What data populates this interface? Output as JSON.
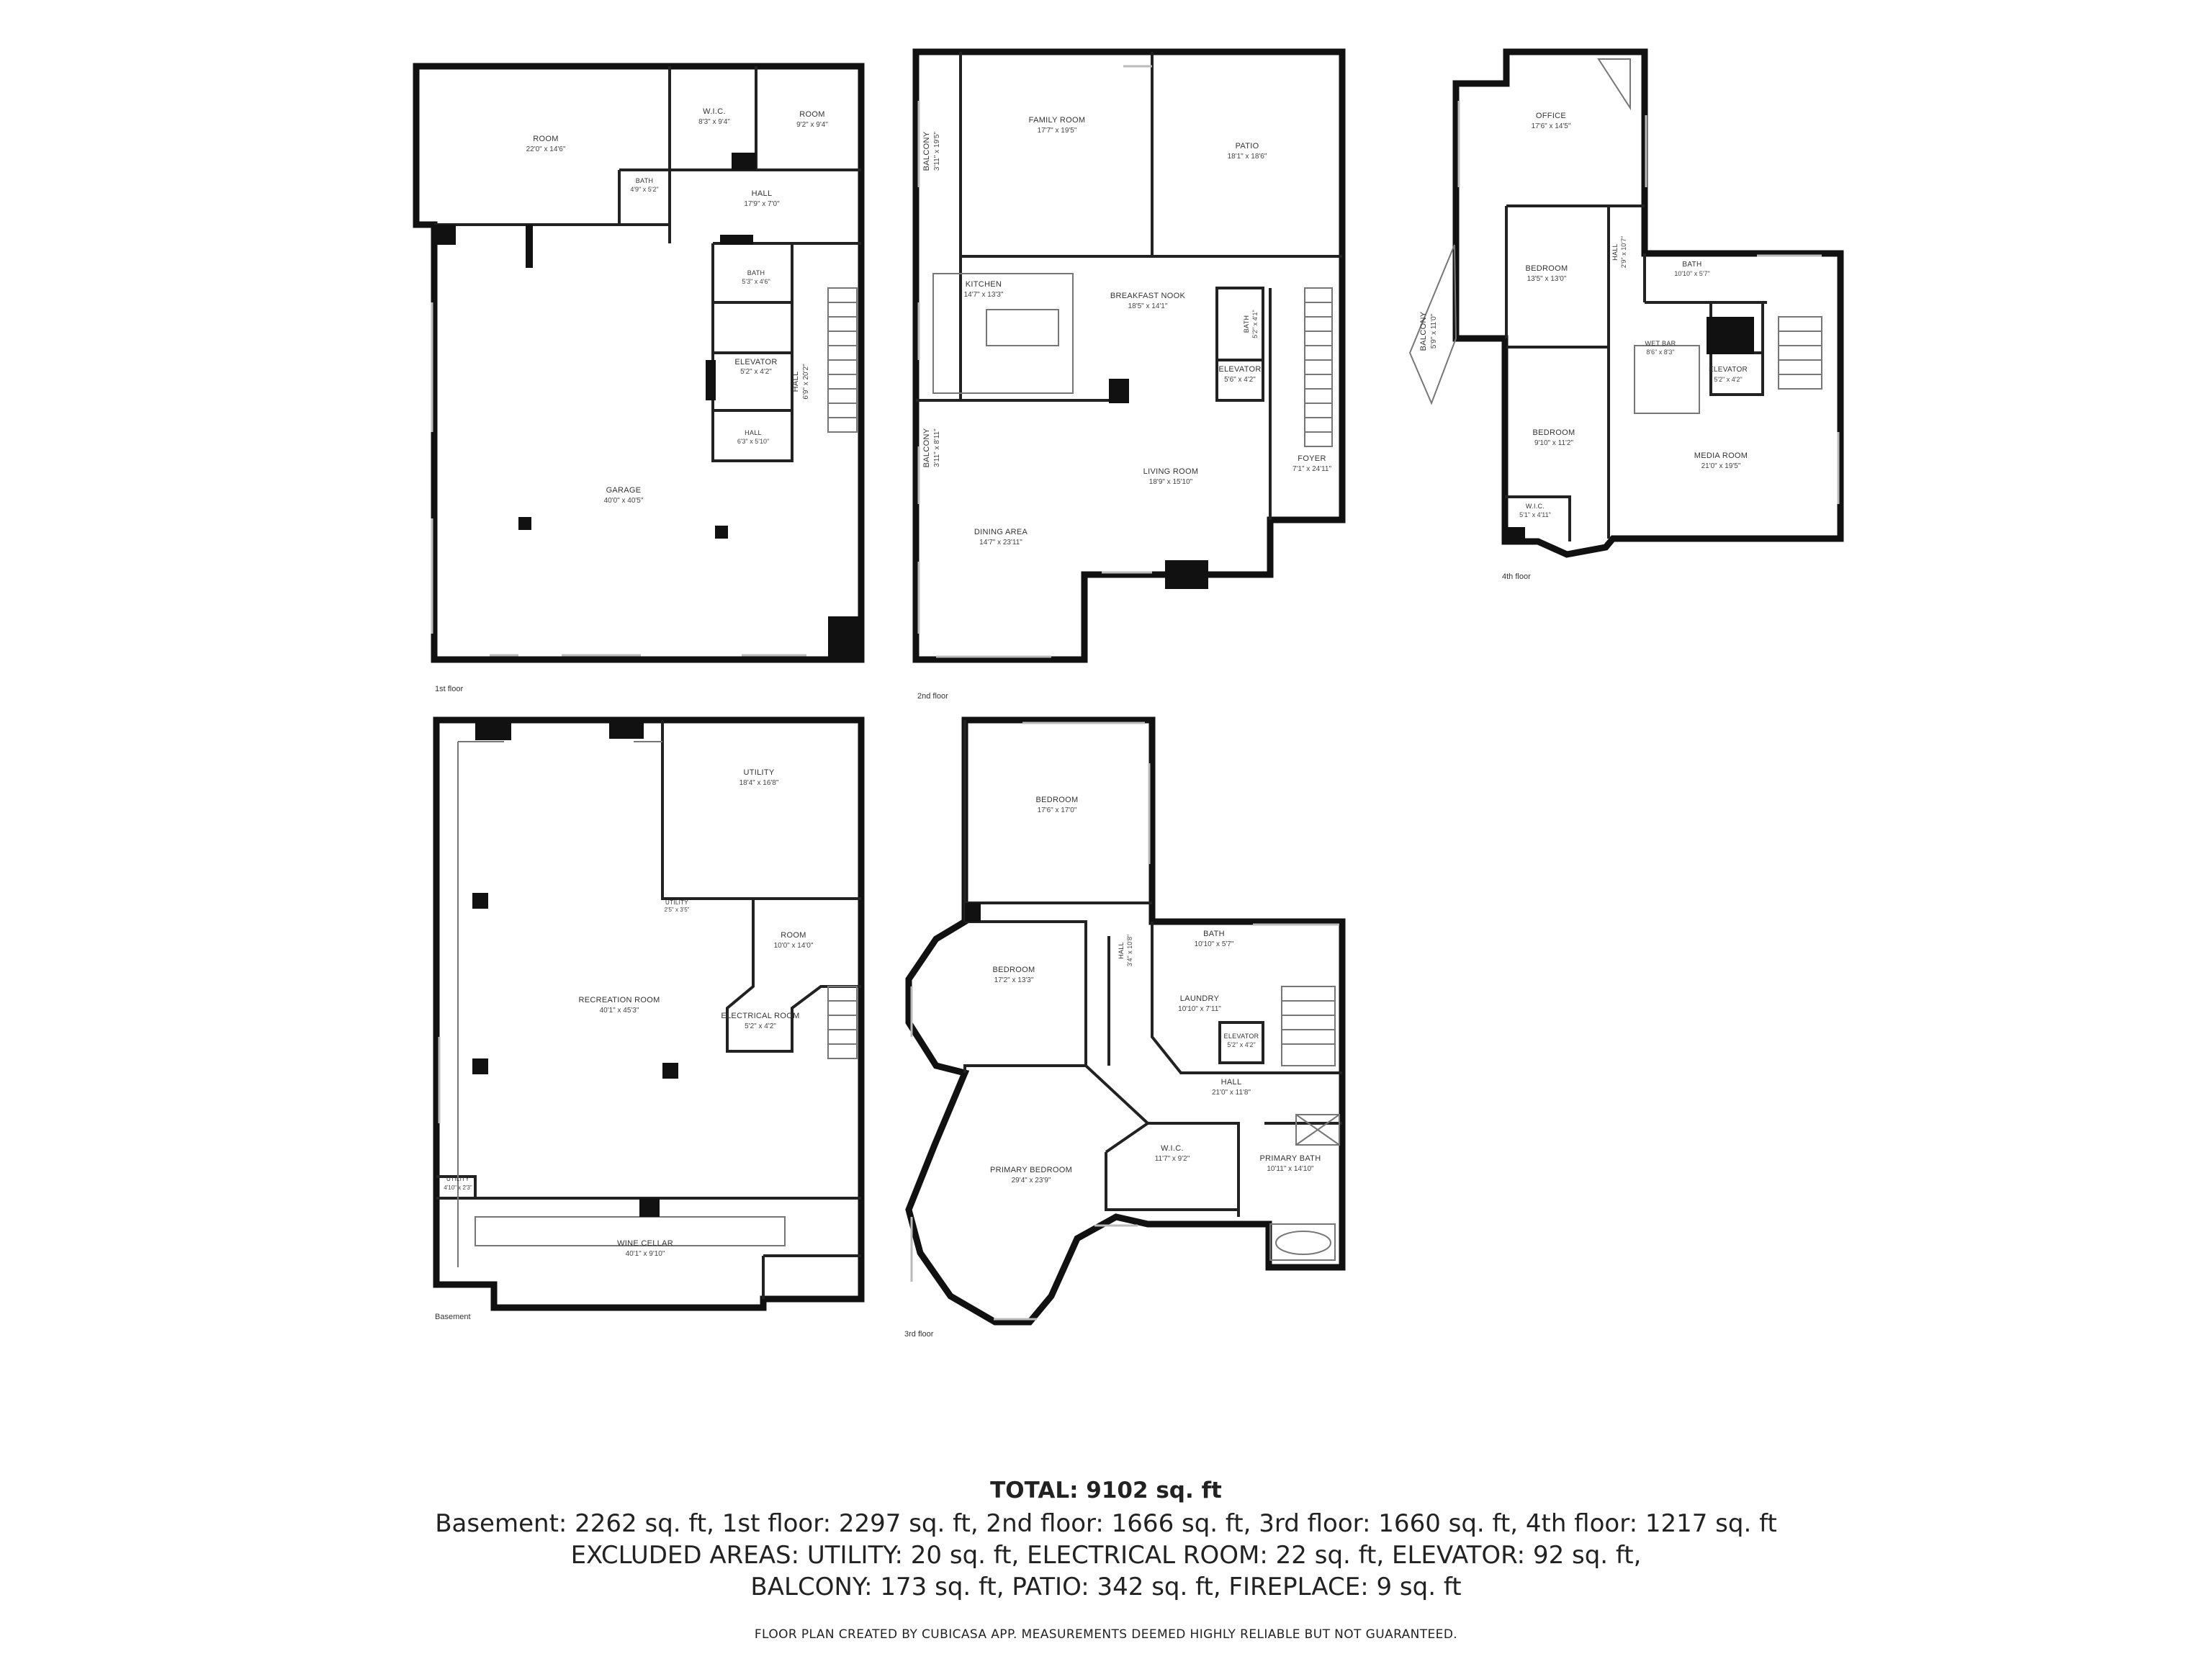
{
  "floor_labels": {
    "first": "1st floor",
    "second": "2nd floor",
    "fourth": "4th floor",
    "basement": "Basement",
    "third": "3rd floor"
  },
  "rooms": [
    {
      "id": "f1-room",
      "name": "ROOM",
      "dim": "22'0\" x 14'6\""
    },
    {
      "id": "f1-wic",
      "name": "W.I.C.",
      "dim": "8'3\" x 9'4\""
    },
    {
      "id": "f1-room2",
      "name": "ROOM",
      "dim": "9'2\" x 9'4\""
    },
    {
      "id": "f1-bath1",
      "name": "BATH",
      "dim": "4'9\" x 5'2\""
    },
    {
      "id": "f1-hall1",
      "name": "HALL",
      "dim": "17'9\" x 7'0\""
    },
    {
      "id": "f1-bath2",
      "name": "BATH",
      "dim": "5'3\" x 4'6\""
    },
    {
      "id": "f1-elevator",
      "name": "ELEVATOR",
      "dim": "5'2\" x 4'2\""
    },
    {
      "id": "f1-hall2",
      "name": "HALL",
      "dim": "6'9\" x 20'2\""
    },
    {
      "id": "f1-hall3",
      "name": "HALL",
      "dim": "6'3\" x 5'10\""
    },
    {
      "id": "f1-garage",
      "name": "GARAGE",
      "dim": "40'0\" x 40'5\""
    },
    {
      "id": "f2-balcony1",
      "name": "BALCONY",
      "dim": "3'11\" x 19'5\""
    },
    {
      "id": "f2-family",
      "name": "FAMILY ROOM",
      "dim": "17'7\" x 19'5\""
    },
    {
      "id": "f2-patio",
      "name": "PATIO",
      "dim": "18'1\" x 18'6\""
    },
    {
      "id": "f2-kitchen",
      "name": "KITCHEN",
      "dim": "14'7\" x 13'3\""
    },
    {
      "id": "f2-nook",
      "name": "BREAKFAST NOOK",
      "dim": "18'5\" x 14'1\""
    },
    {
      "id": "f2-bath",
      "name": "BATH",
      "dim": "5'2\" x 4'1\""
    },
    {
      "id": "f2-elevator",
      "name": "ELEVATOR",
      "dim": "5'6\" x 4'2\""
    },
    {
      "id": "f2-balcony2",
      "name": "BALCONY",
      "dim": "3'11\" x 8'11\""
    },
    {
      "id": "f2-living",
      "name": "LIVING ROOM",
      "dim": "18'9\" x 15'10\""
    },
    {
      "id": "f2-foyer",
      "name": "FOYER",
      "dim": "7'1\" x 24'11\""
    },
    {
      "id": "f2-dining",
      "name": "DINING AREA",
      "dim": "14'7\" x 23'11\""
    },
    {
      "id": "f4-office",
      "name": "OFFICE",
      "dim": "17'6\" x 14'5\""
    },
    {
      "id": "f4-bedroom1",
      "name": "BEDROOM",
      "dim": "13'5\" x 13'0\""
    },
    {
      "id": "f4-hall",
      "name": "HALL",
      "dim": "2'9\" x 10'7\""
    },
    {
      "id": "f4-bath",
      "name": "BATH",
      "dim": "10'10\" x 5'7\""
    },
    {
      "id": "f4-balcony",
      "name": "BALCONY",
      "dim": "5'9\" x 11'0\""
    },
    {
      "id": "f4-wetbar",
      "name": "WET BAR",
      "dim": "8'6\" x 8'3\""
    },
    {
      "id": "f4-elevator",
      "name": "ELEVATOR",
      "dim": "5'2\" x 4'2\""
    },
    {
      "id": "f4-bedroom2",
      "name": "BEDROOM",
      "dim": "9'10\" x 11'2\""
    },
    {
      "id": "f4-media",
      "name": "MEDIA ROOM",
      "dim": "21'0\" x 19'5\""
    },
    {
      "id": "f4-wic",
      "name": "W.I.C.",
      "dim": "5'1\" x 4'11\""
    },
    {
      "id": "b-utility1",
      "name": "UTILITY",
      "dim": "18'4\" x 16'8\""
    },
    {
      "id": "b-utility2",
      "name": "UTILITY",
      "dim": "2'5\" x 3'5\""
    },
    {
      "id": "b-room",
      "name": "ROOM",
      "dim": "10'0\" x 14'0\""
    },
    {
      "id": "b-rec",
      "name": "RECREATION ROOM",
      "dim": "40'1\" x 45'3\""
    },
    {
      "id": "b-electrical",
      "name": "ELECTRICAL ROOM",
      "dim": "5'2\" x 4'2\""
    },
    {
      "id": "b-utility3",
      "name": "UTILITY",
      "dim": "4'10\" x 2'3\""
    },
    {
      "id": "b-wine",
      "name": "WINE CELLAR",
      "dim": "40'1\" x 9'10\""
    },
    {
      "id": "f3-bedroom1",
      "name": "BEDROOM",
      "dim": "17'6\" x 17'0\""
    },
    {
      "id": "f3-bedroom2",
      "name": "BEDROOM",
      "dim": "17'2\" x 13'3\""
    },
    {
      "id": "f3-hall1",
      "name": "HALL",
      "dim": "3'4\" x 10'8\""
    },
    {
      "id": "f3-bath",
      "name": "BATH",
      "dim": "10'10\" x 5'7\""
    },
    {
      "id": "f3-laundry",
      "name": "LAUNDRY",
      "dim": "10'10\" x 7'11\""
    },
    {
      "id": "f3-elevator",
      "name": "ELEVATOR",
      "dim": "5'2\" x 4'2\""
    },
    {
      "id": "f3-hall2",
      "name": "HALL",
      "dim": "21'0\" x 11'8\""
    },
    {
      "id": "f3-wic",
      "name": "W.I.C.",
      "dim": "11'7\" x 9'2\""
    },
    {
      "id": "f3-primary-bedroom",
      "name": "PRIMARY BEDROOM",
      "dim": "29'4\" x 23'9\""
    },
    {
      "id": "f3-primary-bath",
      "name": "PRIMARY BATH",
      "dim": "10'11\" x 14'10\""
    }
  ],
  "summary": {
    "total": "TOTAL: 9102 sq. ft",
    "line1": "Basement: 2262 sq. ft, 1st floor: 2297 sq. ft, 2nd floor: 1666 sq. ft, 3rd floor: 1660 sq. ft, 4th floor: 1217 sq. ft",
    "line2": "EXCLUDED AREAS: UTILITY: 20 sq. ft, ELECTRICAL ROOM: 22 sq. ft, ELEVATOR: 92 sq. ft,",
    "line3": "BALCONY: 173 sq. ft, PATIO: 342 sq. ft, FIREPLACE: 9 sq. ft",
    "credit": "FLOOR PLAN CREATED BY CUBICASA APP. MEASUREMENTS DEEMED HIGHLY RELIABLE BUT NOT GUARANTEED."
  }
}
